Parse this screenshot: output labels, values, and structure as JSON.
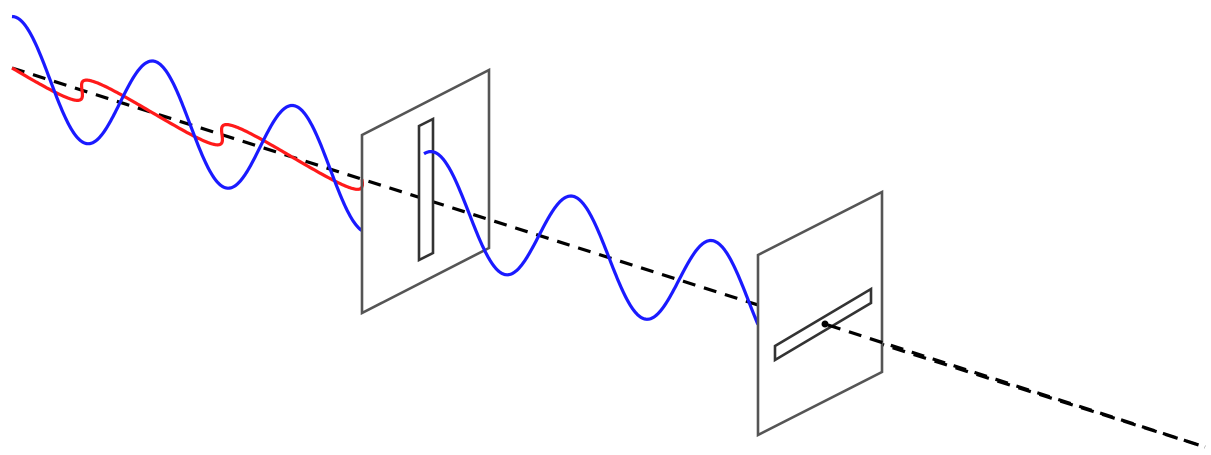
{
  "diagram": {
    "type": "polarization-filters",
    "colors": {
      "background": "#ffffff",
      "vertical_wave": "#1a1aff",
      "horizontal_wave": "#ff1a1a",
      "beam_axis": "#000000",
      "filter_frame": "#555555",
      "slit": "#333333"
    },
    "components": [
      "unpolarized-wave",
      "vertical-polarizer",
      "vertically-polarized-wave",
      "horizontal-polarizer",
      "blocked-beam-axis"
    ]
  }
}
